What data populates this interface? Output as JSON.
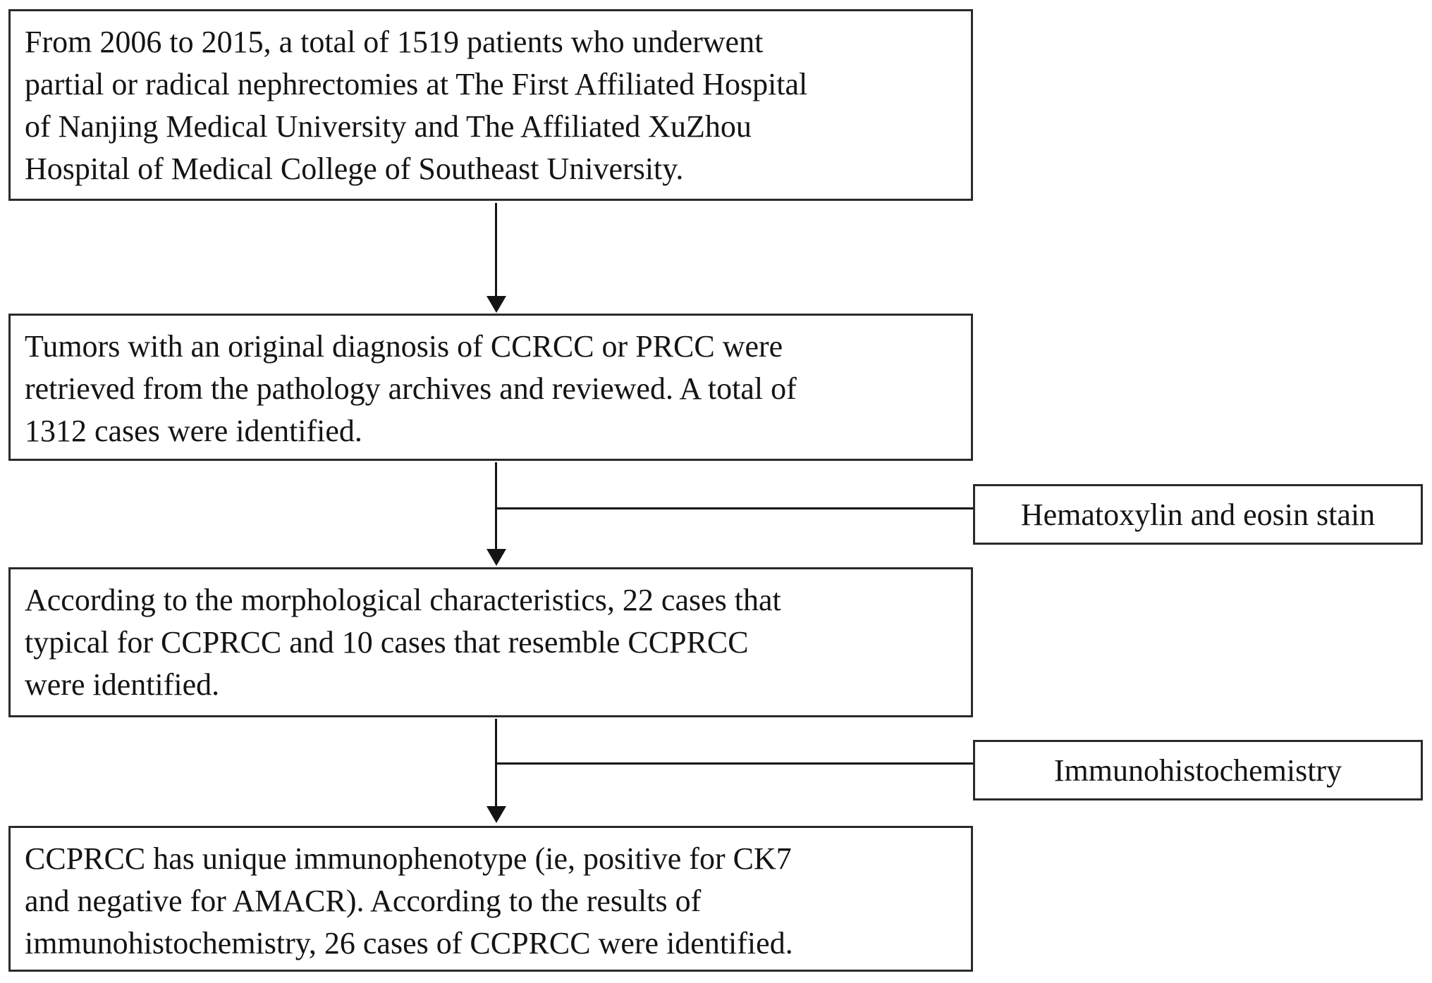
{
  "colors": {
    "background": "#ffffff",
    "border": "#2a2a2a",
    "text": "#141414"
  },
  "diagram": {
    "main_boxes": [
      {
        "name": "cohort",
        "lines": [
          "From 2006 to 2015, a total of 1519 patients who underwent",
          "partial or radical nephrectomies at The First Affiliated Hospital",
          "of Nanjing Medical University and The Affiliated XuZhou",
          "Hospital of Medical College of Southeast University."
        ]
      },
      {
        "name": "retrieval",
        "lines": [
          "Tumors with an original diagnosis of CCRCC or PRCC were",
          "retrieved from the pathology archives and reviewed. A total of",
          "1312 cases were identified."
        ]
      },
      {
        "name": "morphology",
        "lines": [
          "According to the morphological characteristics, 22 cases that",
          "typical for CCPRCC and 10 cases that resemble CCPRCC",
          "were identified."
        ]
      },
      {
        "name": "immunophenotype",
        "lines": [
          "CCPRCC has unique immunophenotype (ie, positive for CK7",
          "and negative for AMACR). According to the results of",
          "immunohistochemistry, 26 cases of CCPRCC were identified."
        ]
      }
    ],
    "side_boxes": [
      {
        "name": "stain",
        "label": "Hematoxylin and eosin stain"
      },
      {
        "name": "ihc",
        "label": "Immunohistochemistry"
      }
    ]
  }
}
